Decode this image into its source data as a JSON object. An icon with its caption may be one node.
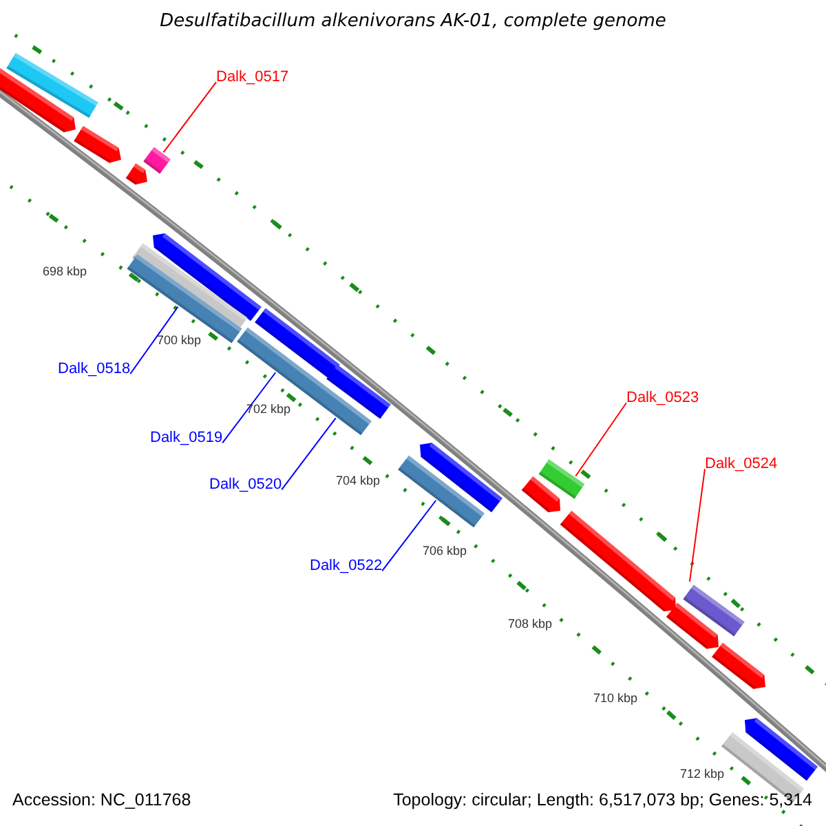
{
  "diagram": {
    "title": "Desulfatibacillum alkenivorans AK-01, complete genome",
    "nodes": [
      {
        "text": [],
        "shape": "bar"
      },
      {
        "text": [],
        "shape": "pentagon"
      },
      {
        "text": [],
        "shape": "pentagon"
      },
      {
        "text": [],
        "shape": "bar"
      },
      {
        "text": [],
        "shape": "pentagon"
      },
      {
        "text": [],
        "shape": "pentagon"
      },
      {
        "text": [],
        "shape": "bar"
      },
      {
        "text": [],
        "shape": "bar"
      },
      {
        "text": [],
        "shape": "bar"
      },
      {
        "text": [],
        "shape": "bar"
      },
      {
        "text": [],
        "shape": "bar"
      },
      {
        "text": [],
        "shape": "pentagon"
      },
      {
        "text": [],
        "shape": "bar"
      },
      {
        "text": [],
        "shape": "bar"
      },
      {
        "text": [],
        "shape": "pentagon"
      },
      {
        "text": [],
        "shape": "pentagon"
      },
      {
        "text": [],
        "shape": "bar"
      },
      {
        "text": [],
        "shape": "pentagon"
      },
      {
        "text": [],
        "shape": "pentagon"
      },
      {
        "text": [],
        "shape": "pentagon"
      },
      {
        "text": [],
        "shape": "bar"
      },
      {
        "text": [
          "Dalk_0517"
        ]
      },
      {
        "text": [
          "Dalk_0518"
        ]
      },
      {
        "text": [
          "Dalk_0519"
        ]
      },
      {
        "text": [
          "Dalk_0520"
        ]
      },
      {
        "text": [
          "Dalk_0522"
        ]
      },
      {
        "text": [
          "Dalk_0523"
        ]
      },
      {
        "text": [
          "Dalk_0524"
        ]
      }
    ],
    "edges": [
      {
        "from": 21,
        "to": 3,
        "arrow": "none",
        "color": "#ff0000"
      },
      {
        "from": 22,
        "to": 7,
        "arrow": "none"
      },
      {
        "from": 23,
        "to": 9,
        "arrow": "none"
      },
      {
        "from": 24,
        "to": 9,
        "arrow": "none"
      },
      {
        "from": 25,
        "to": 12,
        "arrow": "none"
      },
      {
        "from": 26,
        "to": 13,
        "arrow": "none",
        "color": "#ff0000"
      },
      {
        "from": 27,
        "to": 16,
        "arrow": "none",
        "color": "#ff0000"
      }
    ],
    "labels": [
      "698 kbp",
      "700 kbp",
      "702 kbp",
      "704 kbp",
      "706 kbp",
      "708 kbp",
      "710 kbp",
      "712 kbp",
      "Accession: NC_011768",
      "Topology: circular; Length: 6,517,073 bp; Genes: 5,314"
    ]
  }
}
